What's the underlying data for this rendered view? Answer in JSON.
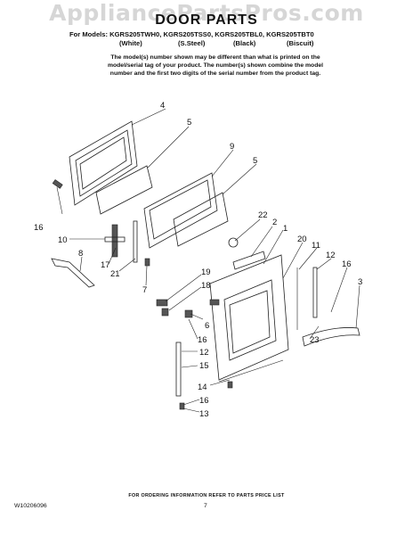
{
  "watermark": "AppliancePartsPros.com",
  "header": {
    "title": "DOOR PARTS",
    "models_line": "For Models: KGRS205TWH0, KGRS205TSS0, KGRS205TBL0, KGRS205TBT0",
    "colors": [
      "(White)",
      "(S.Steel)",
      "(Black)",
      "(Biscuit)"
    ],
    "note_lines": [
      "The model(s) number shown may be different than what is printed on the",
      "model/serial tag of your product. The number(s) shown combine the model",
      "number and the first two digits of the serial number from the product tag."
    ]
  },
  "callouts": [
    "4",
    "5",
    "9",
    "5",
    "16",
    "10",
    "8",
    "17",
    "21",
    "7",
    "22",
    "2",
    "1",
    "20",
    "11",
    "12",
    "16",
    "3",
    "19",
    "18",
    "6",
    "16",
    "12",
    "15",
    "23",
    "14",
    "16",
    "13"
  ],
  "footer": {
    "ordering_info": "FOR ORDERING INFORMATION REFER TO PARTS PRICE LIST",
    "document_number": "W10206096",
    "page_number": "7"
  }
}
